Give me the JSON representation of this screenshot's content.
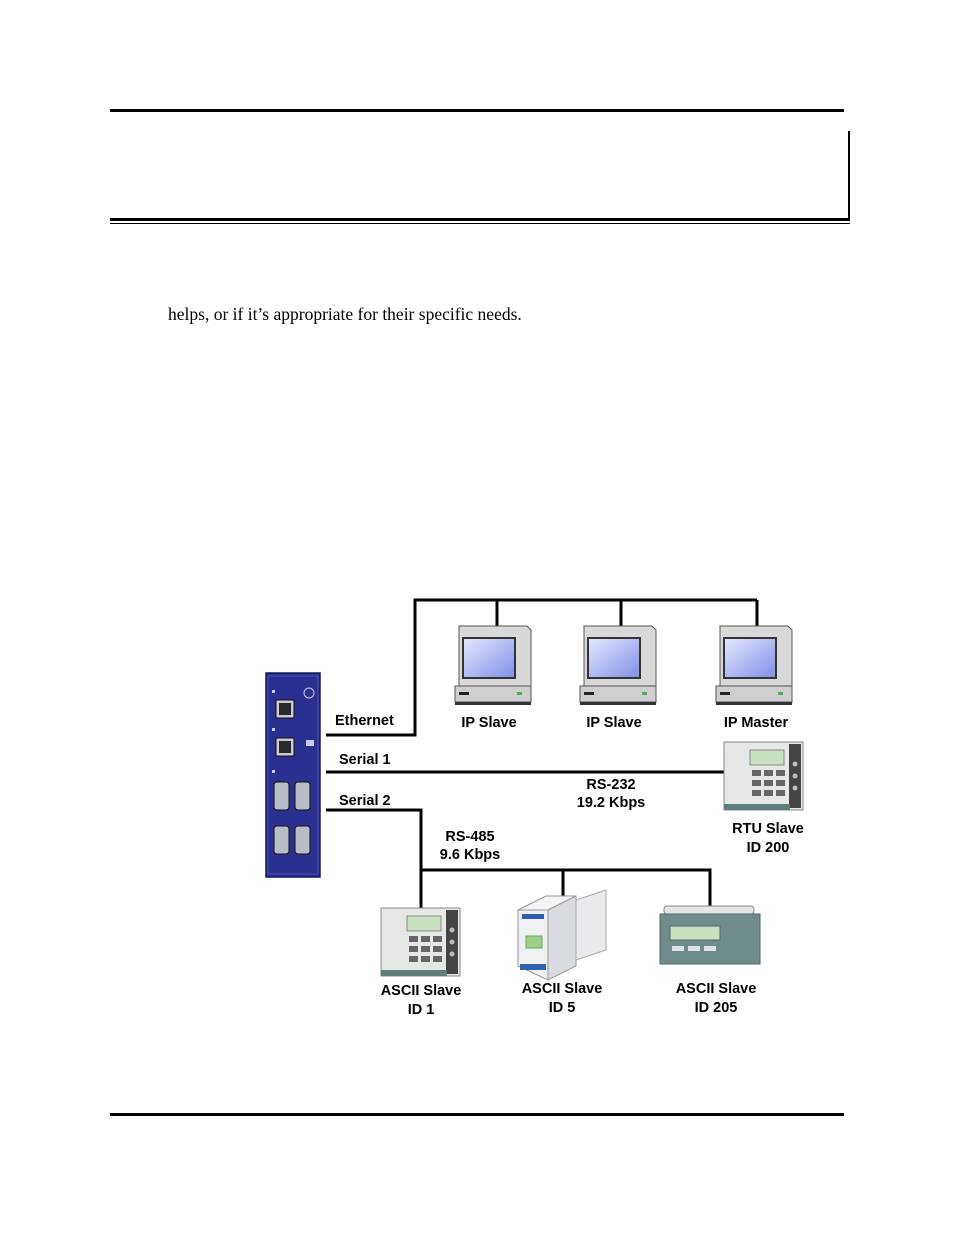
{
  "body_text": "helps, or if it’s appropriate for their specific needs.",
  "diagram": {
    "links": {
      "ethernet": "Ethernet",
      "serial1": "Serial 1",
      "serial2": "Serial 2",
      "rs232_line1": "RS-232",
      "rs232_line2": "19.2 Kbps",
      "rs485_line1": "RS-485",
      "rs485_line2": "9.6 Kbps"
    },
    "devices": {
      "ip_slave_1": "IP Slave",
      "ip_slave_2": "IP Slave",
      "ip_master": "IP Master",
      "rtu_slave_line1": "RTU Slave",
      "rtu_slave_line2": "ID 200",
      "ascii1_line1": "ASCII Slave",
      "ascii1_line2": "ID 1",
      "ascii5_line1": "ASCII Slave",
      "ascii5_line2": "ID 5",
      "ascii205_line1": "ASCII Slave",
      "ascii205_line2": "ID 205"
    },
    "colors": {
      "gateway": "#2b2f8f",
      "screen": "#9aa6f2",
      "computer_case": "#d8d8d8",
      "meter_body": "#e6e8e6",
      "meter_screen": "#c9e0c0",
      "meter_base": "#5e7c78"
    }
  }
}
